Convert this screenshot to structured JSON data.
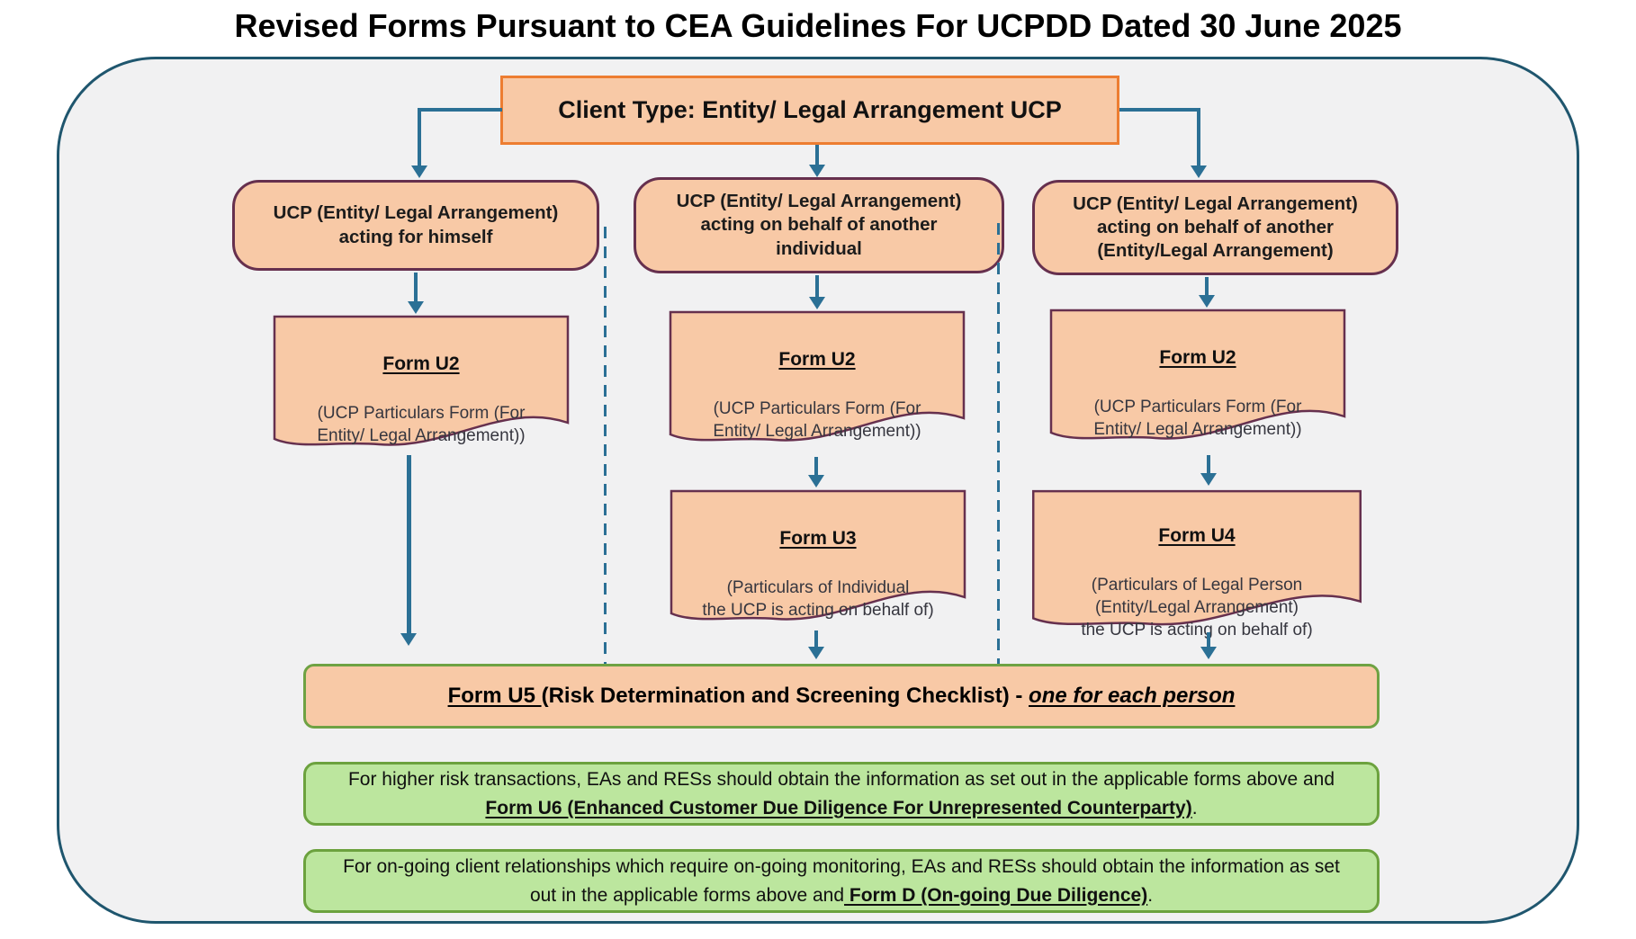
{
  "title": "Revised Forms Pursuant to CEA Guidelines For UCPDD Dated 30 June 2025",
  "root": {
    "label": "Client Type: Entity/ Legal Arrangement UCP"
  },
  "branches": [
    {
      "label": "UCP (Entity/ Legal Arrangement)\nacting for himself"
    },
    {
      "label": "UCP (Entity/ Legal Arrangement)\nacting on behalf of another\nindividual"
    },
    {
      "label": "UCP (Entity/ Legal Arrangement)\nacting on behalf of another\n(Entity/Legal Arrangement)"
    }
  ],
  "docs": {
    "u2a": {
      "title": "Form U2",
      "body": "(UCP Particulars Form (For\nEntity/ Legal Arrangement))"
    },
    "u2b": {
      "title": "Form U2",
      "body": "(UCP Particulars Form (For\nEntity/ Legal Arrangement))"
    },
    "u2c": {
      "title": "Form U2",
      "body": "(UCP Particulars Form (For\nEntity/ Legal Arrangement))"
    },
    "u3": {
      "title": "Form U3",
      "body": "(Particulars of Individual\nthe UCP is acting on behalf of)"
    },
    "u4": {
      "title": "Form U4",
      "body": "(Particulars of Legal Person\n(Entity/Legal Arrangement)\nthe UCP is acting on behalf of)"
    }
  },
  "u5": {
    "lead": "Form U5 ",
    "middle": "(Risk Determination and Screening Checklist) - ",
    "emphasis": "one for each person"
  },
  "notes": [
    {
      "text": "For higher risk transactions, EAs and RESs should obtain the information as set out in the applicable forms above and ",
      "link": "Form U6 (Enhanced Customer Due Diligence For Unrepresented Counterparty)",
      "suffix": "."
    },
    {
      "text": "For on-going client relationships which require on-going monitoring, EAs and RESs should obtain the information as set out in the applicable forms above and",
      "link": " Form D (On-going Due Diligence)",
      "suffix": "."
    }
  ],
  "colors": {
    "peach_fill": "#F8C9A6",
    "orange_border": "#ED7D31",
    "plum_border": "#66304E",
    "connector_teal": "#2B7095",
    "outer_border": "#1F566E",
    "panel_bg": "#F1F1F2",
    "green_fill": "#BCE69E",
    "green_border": "#6CA23E"
  }
}
